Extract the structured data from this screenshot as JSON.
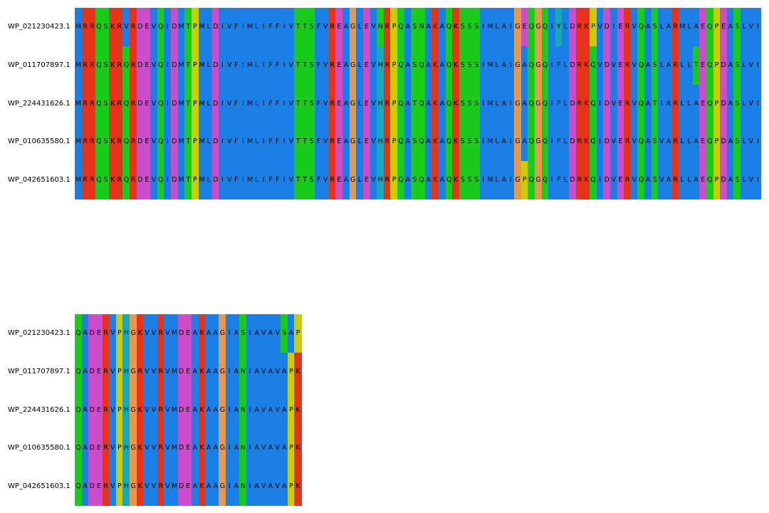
{
  "alignment": {
    "colors": {
      "hydrophobic": "#1a80e6",
      "positive": "#e6331a",
      "negative": "#cc4dcc",
      "polar": "#1acc1a",
      "glycine": "#e6994d",
      "proline": "#cccc00",
      "aromatic": "#19a8b5"
    },
    "blocks": [
      {
        "sequences": [
          {
            "id": "WP_021230423.1",
            "residues": "MRRQSKRVRDEVQIDMTPMLDIVFIMLIFFIVTTSFVREAGLEVNRPQASNAKAQKSSSIMLAIGEQGQIYLDRKPVDIERVQASLARMLAEQPEASLVI"
          },
          {
            "id": "WP_011707897.1",
            "residues": "MRRQSKRQRDEVQIDMTPMLDIVFIMLIFFIVTTSFVREAGLEVHRPQASQAKAQKSSSIMLAIGAQGQIFLDRKQVDVERVQASLARLLTEQPDASLVI"
          },
          {
            "id": "WP_224431626.1",
            "residues": "MRRQSKRQRDEVQIDMTPMLDIVFIMLIFFIVTTSFVREAGLEVHRPQATQAKAQKSSSIMLAIGAQGQIFLDRKQIDVERVQATIARLLAEQPDASLVI"
          },
          {
            "id": "WP_010635580.1",
            "residues": "MRRQSKRQRDEVQIDMTPMLDIVFIMLIFFIVTTSFVREAGLEVHRPQASQAKAQKSSSIMLAIGAQGQIFLDRKQIDVERVQASVARLLAEQPDASLVI"
          },
          {
            "id": "WP_042651603.1",
            "residues": "MRRQSKRQRDEVQIDMTPMLDIVFIMLIFFIVTTSFVREAGLEVHRPQASQAKAQKSSSIMLAIGPQGQIFLDRKQIDVERVQASVARLLAEQPDASLVI"
          }
        ]
      },
      {
        "sequences": [
          {
            "id": "WP_021230423.1",
            "residues": "QADERVPHGKVVRVMDEAKAAGIASIAVAVSAP"
          },
          {
            "id": "WP_011707897.1",
            "residues": "QADERVPHGRVVRVMDEAKAAGIANIAVAVAPK"
          },
          {
            "id": "WP_224431626.1",
            "residues": "QADERVPHGKVVRVMDEAKAAGIANIAVAVAPK"
          },
          {
            "id": "WP_010635580.1",
            "residues": "QADERVPHGKVVRVMDEAKAAGIANIAVAVAPK"
          },
          {
            "id": "WP_042651603.1",
            "residues": "QADERVPHGKVVRVMDEAKAAGIANIAVAVAPK"
          }
        ]
      }
    ]
  }
}
